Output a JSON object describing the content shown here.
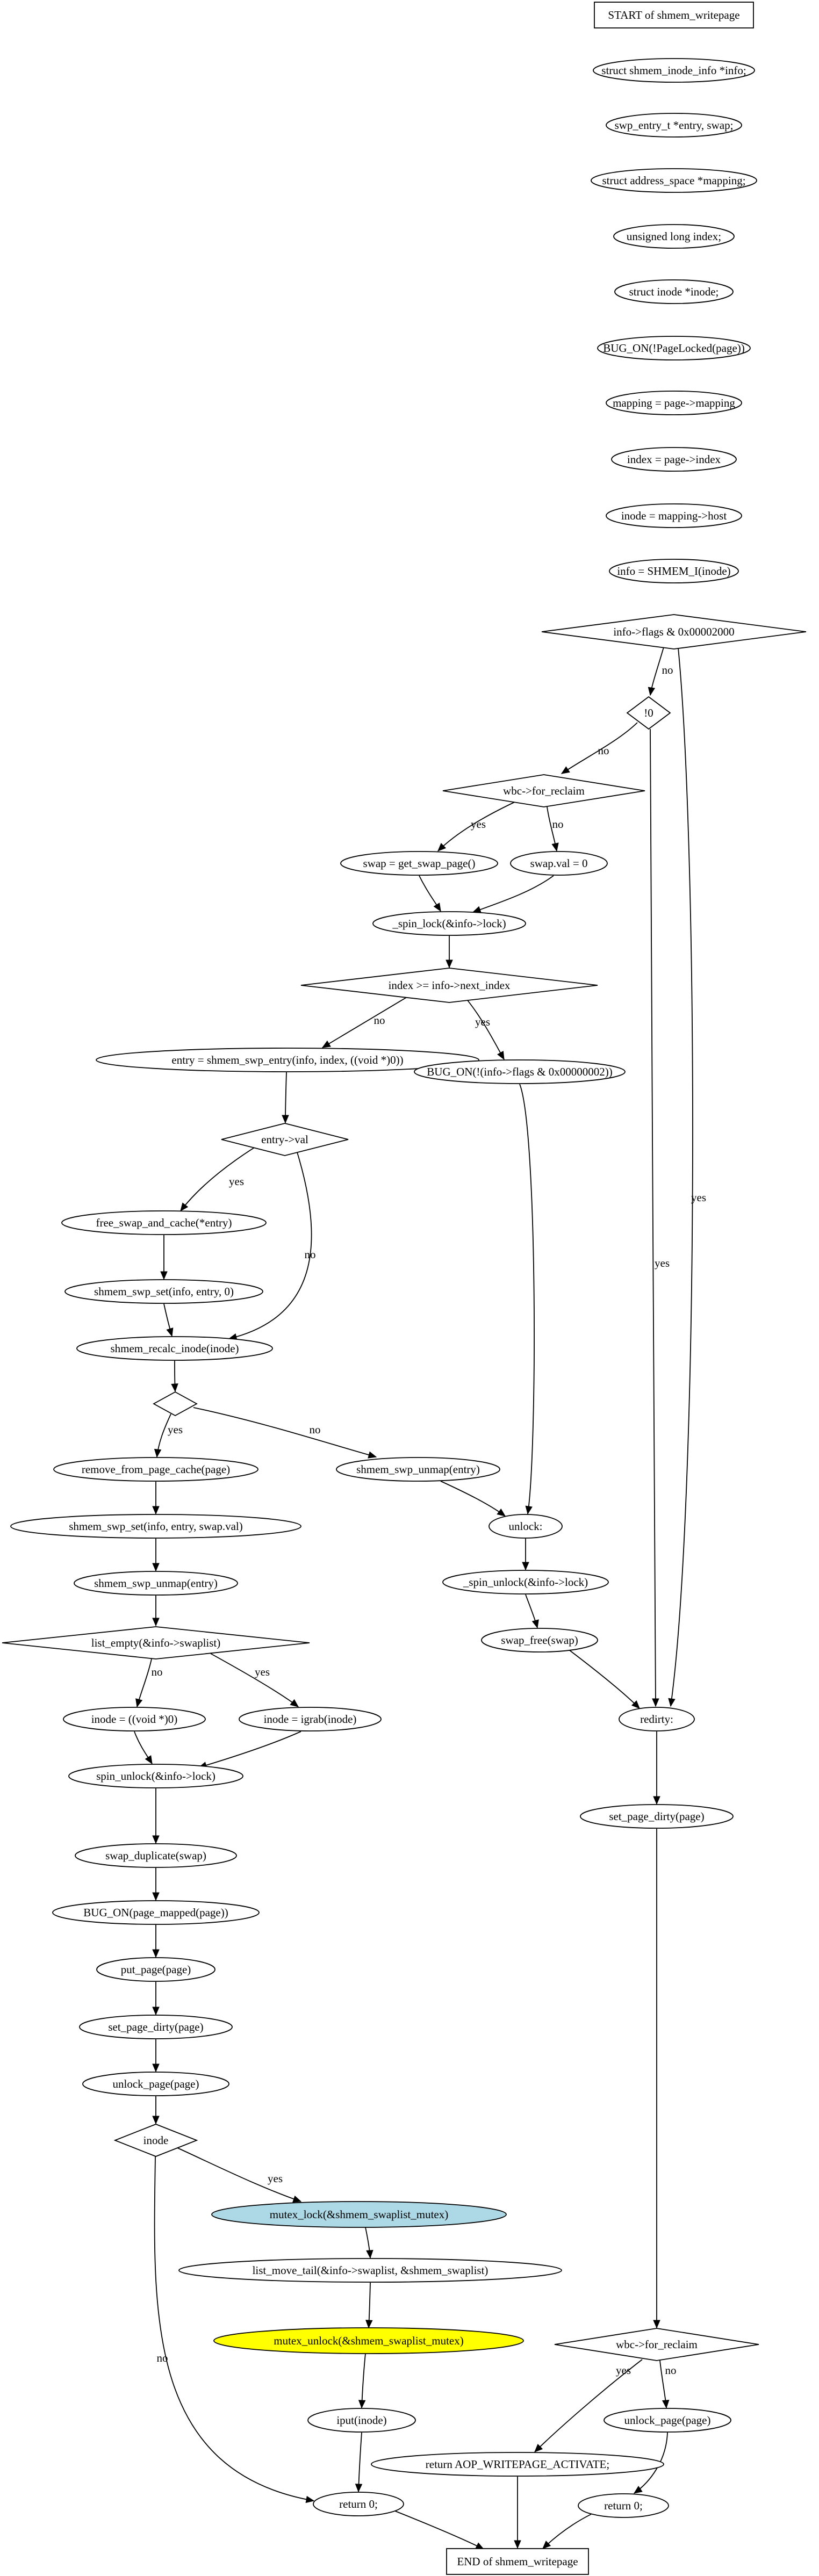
{
  "flowchart": {
    "nodes": [
      {
        "id": "n_start",
        "label": "START of shmem_writepage",
        "shape": "box"
      },
      {
        "id": "n_info_decl",
        "label": "struct shmem_inode_info *info;",
        "shape": "ellipse"
      },
      {
        "id": "n_entry_decl",
        "label": "swp_entry_t *entry, swap;",
        "shape": "ellipse"
      },
      {
        "id": "n_mapping_decl",
        "label": "struct address_space *mapping;",
        "shape": "ellipse"
      },
      {
        "id": "n_index_decl",
        "label": "unsigned long index;",
        "shape": "ellipse"
      },
      {
        "id": "n_inode_decl",
        "label": "struct inode *inode;",
        "shape": "ellipse"
      },
      {
        "id": "n_bug_locked",
        "label": "BUG_ON(!PageLocked(page))",
        "shape": "ellipse"
      },
      {
        "id": "n_mapping_assign",
        "label": "mapping = page->mapping",
        "shape": "ellipse"
      },
      {
        "id": "n_index_assign",
        "label": "index = page->index",
        "shape": "ellipse"
      },
      {
        "id": "n_inode_assign",
        "label": "inode = mapping->host",
        "shape": "ellipse"
      },
      {
        "id": "n_info_assign",
        "label": "info = SHMEM_I(inode)",
        "shape": "ellipse"
      },
      {
        "id": "n_flags_check",
        "label": "info->flags & 0x00002000",
        "shape": "diamond"
      },
      {
        "id": "n_not_zero",
        "label": "!0",
        "shape": "diamond"
      },
      {
        "id": "n_for_reclaim",
        "label": "wbc->for_reclaim",
        "shape": "diamond"
      },
      {
        "id": "n_get_swap",
        "label": "swap = get_swap_page()",
        "shape": "ellipse"
      },
      {
        "id": "n_swap_zero",
        "label": "swap.val = 0",
        "shape": "ellipse"
      },
      {
        "id": "n_spin_lock",
        "label": "_spin_lock(&info->lock)",
        "shape": "ellipse"
      },
      {
        "id": "n_index_ge",
        "label": "index >= info->next_index",
        "shape": "diamond"
      },
      {
        "id": "n_entry_assign",
        "label": "entry = shmem_swp_entry(info, index, ((void *)0))",
        "shape": "ellipse"
      },
      {
        "id": "n_bug_flags",
        "label": "BUG_ON(!(info->flags & 0x00000002))",
        "shape": "ellipse"
      },
      {
        "id": "n_entry_val",
        "label": "entry->val",
        "shape": "diamond"
      },
      {
        "id": "n_free_swap",
        "label": "free_swap_and_cache(*entry)",
        "shape": "ellipse"
      },
      {
        "id": "n_swp_set0",
        "label": "shmem_swp_set(info, entry, 0)",
        "shape": "ellipse"
      },
      {
        "id": "n_recalc",
        "label": "shmem_recalc_inode(inode)",
        "shape": "ellipse"
      },
      {
        "id": "n_empty_diamond",
        "label": "",
        "shape": "diamond"
      },
      {
        "id": "n_remove_cache",
        "label": "remove_from_page_cache(page)",
        "shape": "ellipse"
      },
      {
        "id": "n_unmap_right",
        "label": "shmem_swp_unmap(entry)",
        "shape": "ellipse"
      },
      {
        "id": "n_unlock",
        "label": "unlock:",
        "shape": "ellipse"
      },
      {
        "id": "n_swp_set_val",
        "label": "shmem_swp_set(info, entry, swap.val)",
        "shape": "ellipse"
      },
      {
        "id": "n_spin_unlock_right",
        "label": "_spin_unlock(&info->lock)",
        "shape": "ellipse"
      },
      {
        "id": "n_unmap_left",
        "label": "shmem_swp_unmap(entry)",
        "shape": "ellipse"
      },
      {
        "id": "n_swap_free",
        "label": "swap_free(swap)",
        "shape": "ellipse"
      },
      {
        "id": "n_list_empty",
        "label": "list_empty(&info->swaplist)",
        "shape": "diamond"
      },
      {
        "id": "n_inode_null",
        "label": "inode = ((void *)0)",
        "shape": "ellipse"
      },
      {
        "id": "n_igrab",
        "label": "inode = igrab(inode)",
        "shape": "ellipse"
      },
      {
        "id": "n_redirty",
        "label": "redirty:",
        "shape": "ellipse"
      },
      {
        "id": "n_spin_unlock_left",
        "label": "spin_unlock(&info->lock)",
        "shape": "ellipse"
      },
      {
        "id": "n_set_dirty_right",
        "label": "set_page_dirty(page)",
        "shape": "ellipse"
      },
      {
        "id": "n_swap_dup",
        "label": "swap_duplicate(swap)",
        "shape": "ellipse"
      },
      {
        "id": "n_bug_mapped",
        "label": "BUG_ON(page_mapped(page))",
        "shape": "ellipse"
      },
      {
        "id": "n_put_page",
        "label": "put_page(page)",
        "shape": "ellipse"
      },
      {
        "id": "n_set_dirty_left",
        "label": "set_page_dirty(page)",
        "shape": "ellipse"
      },
      {
        "id": "n_unlock_page_left",
        "label": "unlock_page(page)",
        "shape": "ellipse"
      },
      {
        "id": "n_inode_check",
        "label": "inode",
        "shape": "diamond"
      },
      {
        "id": "n_mutex_lock",
        "label": "mutex_lock(&shmem_swaplist_mutex)",
        "shape": "ellipse",
        "fill": "#add8e6"
      },
      {
        "id": "n_list_move",
        "label": "list_move_tail(&info->swaplist, &shmem_swaplist)",
        "shape": "ellipse"
      },
      {
        "id": "n_mutex_unlock",
        "label": "mutex_unlock(&shmem_swaplist_mutex)",
        "shape": "ellipse",
        "fill": "#ffff00"
      },
      {
        "id": "n_wbc_reclaim2",
        "label": "wbc->for_reclaim",
        "shape": "diamond"
      },
      {
        "id": "n_iput",
        "label": "iput(inode)",
        "shape": "ellipse"
      },
      {
        "id": "n_unlock_page_right",
        "label": "unlock_page(page)",
        "shape": "ellipse"
      },
      {
        "id": "n_return_aop",
        "label": "return AOP_WRITEPAGE_ACTIVATE;",
        "shape": "ellipse"
      },
      {
        "id": "n_return_left",
        "label": "return 0;",
        "shape": "ellipse"
      },
      {
        "id": "n_return_right",
        "label": "return 0;",
        "shape": "ellipse"
      },
      {
        "id": "n_end",
        "label": "END of shmem_writepage",
        "shape": "box"
      }
    ],
    "edges": [
      {
        "from": "n_start",
        "to": "n_info_decl",
        "label": ""
      },
      {
        "from": "n_info_decl",
        "to": "n_entry_decl",
        "label": ""
      },
      {
        "from": "n_entry_decl",
        "to": "n_mapping_decl",
        "label": ""
      },
      {
        "from": "n_mapping_decl",
        "to": "n_index_decl",
        "label": ""
      },
      {
        "from": "n_index_decl",
        "to": "n_inode_decl",
        "label": ""
      },
      {
        "from": "n_inode_decl",
        "to": "n_bug_locked",
        "label": ""
      },
      {
        "from": "n_bug_locked",
        "to": "n_mapping_assign",
        "label": ""
      },
      {
        "from": "n_mapping_assign",
        "to": "n_index_assign",
        "label": ""
      },
      {
        "from": "n_index_assign",
        "to": "n_inode_assign",
        "label": ""
      },
      {
        "from": "n_inode_assign",
        "to": "n_info_assign",
        "label": ""
      },
      {
        "from": "n_info_assign",
        "to": "n_flags_check",
        "label": ""
      },
      {
        "from": "n_flags_check",
        "to": "n_not_zero",
        "label": "no"
      },
      {
        "from": "n_flags_check",
        "to": "n_redirty",
        "label": "yes"
      },
      {
        "from": "n_not_zero",
        "to": "n_for_reclaim",
        "label": "no"
      },
      {
        "from": "n_not_zero",
        "to": "n_redirty",
        "label": "yes"
      },
      {
        "from": "n_for_reclaim",
        "to": "n_get_swap",
        "label": "yes"
      },
      {
        "from": "n_for_reclaim",
        "to": "n_swap_zero",
        "label": "no"
      },
      {
        "from": "n_get_swap",
        "to": "n_spin_lock",
        "label": ""
      },
      {
        "from": "n_swap_zero",
        "to": "n_spin_lock",
        "label": ""
      },
      {
        "from": "n_spin_lock",
        "to": "n_index_ge",
        "label": ""
      },
      {
        "from": "n_index_ge",
        "to": "n_entry_assign",
        "label": "no"
      },
      {
        "from": "n_index_ge",
        "to": "n_bug_flags",
        "label": "yes"
      },
      {
        "from": "n_entry_assign",
        "to": "n_entry_val",
        "label": ""
      },
      {
        "from": "n_bug_flags",
        "to": "n_unlock",
        "label": ""
      },
      {
        "from": "n_entry_val",
        "to": "n_free_swap",
        "label": "yes"
      },
      {
        "from": "n_entry_val",
        "to": "n_recalc",
        "label": "no"
      },
      {
        "from": "n_free_swap",
        "to": "n_swp_set0",
        "label": ""
      },
      {
        "from": "n_swp_set0",
        "to": "n_recalc",
        "label": ""
      },
      {
        "from": "n_recalc",
        "to": "n_empty_diamond",
        "label": ""
      },
      {
        "from": "n_empty_diamond",
        "to": "n_remove_cache",
        "label": "yes"
      },
      {
        "from": "n_empty_diamond",
        "to": "n_unmap_right",
        "label": "no"
      },
      {
        "from": "n_unmap_right",
        "to": "n_unlock",
        "label": ""
      },
      {
        "from": "n_remove_cache",
        "to": "n_swp_set_val",
        "label": ""
      },
      {
        "from": "n_unlock",
        "to": "n_spin_unlock_right",
        "label": ""
      },
      {
        "from": "n_swp_set_val",
        "to": "n_unmap_left",
        "label": ""
      },
      {
        "from": "n_spin_unlock_right",
        "to": "n_swap_free",
        "label": ""
      },
      {
        "from": "n_unmap_left",
        "to": "n_list_empty",
        "label": ""
      },
      {
        "from": "n_swap_free",
        "to": "n_redirty",
        "label": ""
      },
      {
        "from": "n_list_empty",
        "to": "n_inode_null",
        "label": "no"
      },
      {
        "from": "n_list_empty",
        "to": "n_igrab",
        "label": "yes"
      },
      {
        "from": "n_inode_null",
        "to": "n_spin_unlock_left",
        "label": ""
      },
      {
        "from": "n_igrab",
        "to": "n_spin_unlock_left",
        "label": ""
      },
      {
        "from": "n_redirty",
        "to": "n_set_dirty_right",
        "label": ""
      },
      {
        "from": "n_spin_unlock_left",
        "to": "n_swap_dup",
        "label": ""
      },
      {
        "from": "n_set_dirty_right",
        "to": "n_wbc_reclaim2",
        "label": ""
      },
      {
        "from": "n_swap_dup",
        "to": "n_bug_mapped",
        "label": ""
      },
      {
        "from": "n_bug_mapped",
        "to": "n_put_page",
        "label": ""
      },
      {
        "from": "n_put_page",
        "to": "n_set_dirty_left",
        "label": ""
      },
      {
        "from": "n_set_dirty_left",
        "to": "n_unlock_page_left",
        "label": ""
      },
      {
        "from": "n_unlock_page_left",
        "to": "n_inode_check",
        "label": ""
      },
      {
        "from": "n_inode_check",
        "to": "n_mutex_lock",
        "label": "yes"
      },
      {
        "from": "n_inode_check",
        "to": "n_return_left",
        "label": "no"
      },
      {
        "from": "n_mutex_lock",
        "to": "n_list_move",
        "label": ""
      },
      {
        "from": "n_list_move",
        "to": "n_mutex_unlock",
        "label": ""
      },
      {
        "from": "n_mutex_unlock",
        "to": "n_iput",
        "label": ""
      },
      {
        "from": "n_iput",
        "to": "n_return_left",
        "label": ""
      },
      {
        "from": "n_wbc_reclaim2",
        "to": "n_return_aop",
        "label": "yes"
      },
      {
        "from": "n_wbc_reclaim2",
        "to": "n_unlock_page_right",
        "label": "no"
      },
      {
        "from": "n_unlock_page_right",
        "to": "n_return_right",
        "label": ""
      },
      {
        "from": "n_return_aop",
        "to": "n_end",
        "label": ""
      },
      {
        "from": "n_return_left",
        "to": "n_end",
        "label": ""
      },
      {
        "from": "n_return_right",
        "to": "n_end",
        "label": ""
      }
    ]
  }
}
